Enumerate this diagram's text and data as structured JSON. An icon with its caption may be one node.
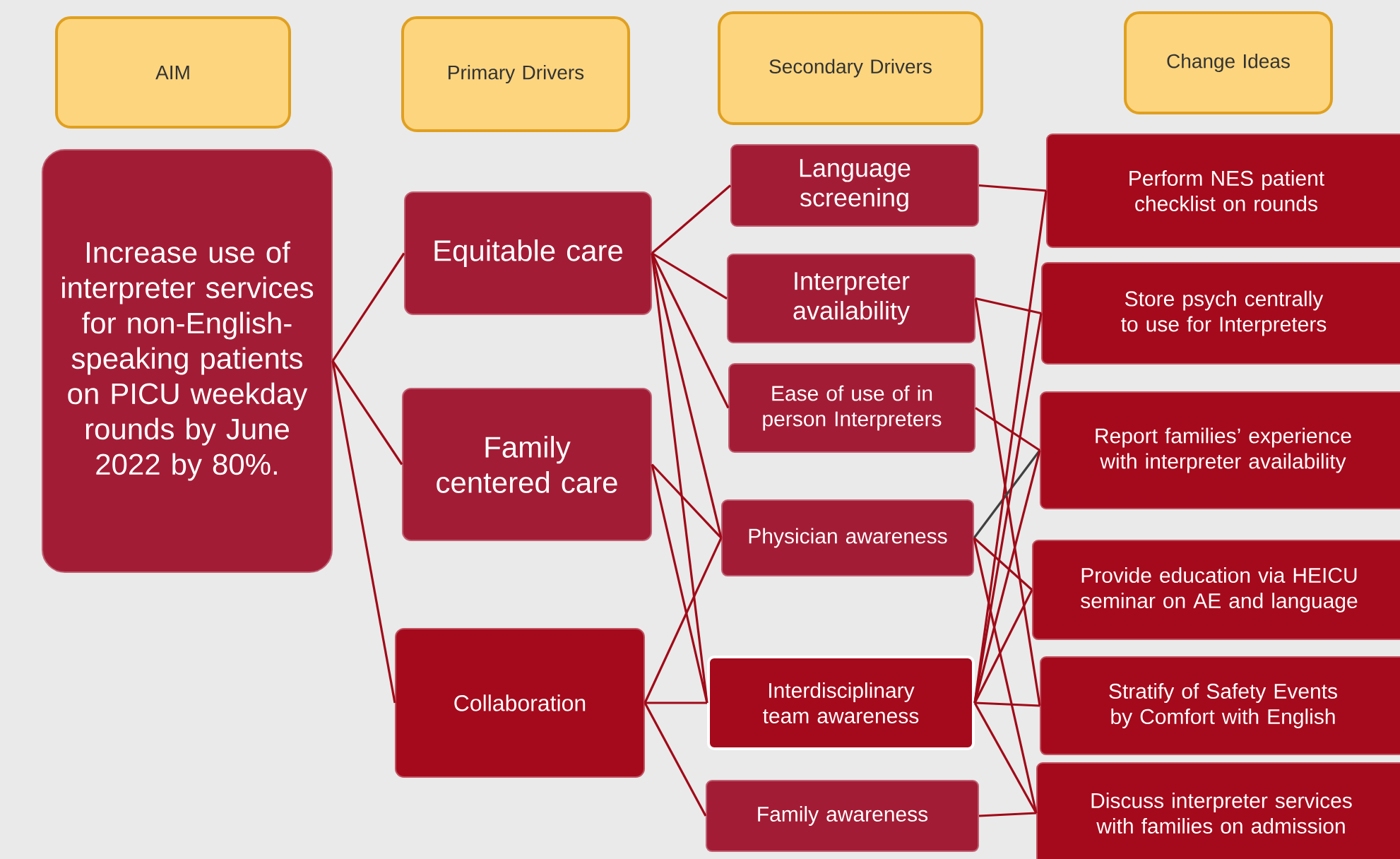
{
  "diagram": {
    "nodes": [
      {
        "text": [
          "AIM"
        ]
      },
      {
        "text": [
          "Primary Drivers"
        ]
      },
      {
        "text": [
          "Secondary Drivers"
        ]
      },
      {
        "text": [
          "Change Ideas"
        ]
      },
      {
        "text": [
          "Increase use of interpreter services for non-English- speaking patients on PICU weekday rounds by June 2022 by 80%."
        ]
      },
      {
        "text": [
          "Equitable care"
        ]
      },
      {
        "text": [
          "Family centered care"
        ]
      },
      {
        "text": [
          "Collaboration"
        ]
      },
      {
        "text": [
          "Language screening"
        ]
      },
      {
        "text": [
          "Interpreter availability"
        ]
      },
      {
        "text": [
          "Ease of use of in person Interpreters"
        ]
      },
      {
        "text": [
          "Physician awareness"
        ]
      },
      {
        "text": [
          "Interdisciplinary team awareness"
        ]
      },
      {
        "text": [
          "Family awareness"
        ]
      },
      {
        "text": [
          "Perform NES patient checklist on rounds"
        ]
      },
      {
        "text": [
          "Store psych centrally to use for Interpreters"
        ]
      },
      {
        "text": [
          "Report families’ experience with interpreter availability"
        ]
      },
      {
        "text": [
          "Provide education via HEICU seminar on AE and language"
        ]
      },
      {
        "text": [
          "Stratify of Safety Events by Comfort with English"
        ]
      },
      {
        "text": [
          "Discuss interpreter services with families on admission"
        ]
      }
    ],
    "edges": [
      {
        "from": 4,
        "to": 5,
        "arrow": "none"
      },
      {
        "from": 4,
        "to": 6,
        "arrow": "none"
      },
      {
        "from": 4,
        "to": 7,
        "arrow": "none"
      },
      {
        "from": 5,
        "to": 8,
        "arrow": "none"
      },
      {
        "from": 5,
        "to": 9,
        "arrow": "none"
      },
      {
        "from": 5,
        "to": 10,
        "arrow": "none"
      },
      {
        "from": 5,
        "to": 11,
        "arrow": "none"
      },
      {
        "from": 5,
        "to": 12,
        "arrow": "none"
      },
      {
        "from": 6,
        "to": 11,
        "arrow": "none"
      },
      {
        "from": 6,
        "to": 12,
        "arrow": "none"
      },
      {
        "from": 7,
        "to": 11,
        "arrow": "none"
      },
      {
        "from": 7,
        "to": 12,
        "arrow": "none"
      },
      {
        "from": 7,
        "to": 13,
        "arrow": "none"
      },
      {
        "from": 8,
        "to": 14,
        "arrow": "none"
      },
      {
        "from": 9,
        "to": 15,
        "arrow": "none"
      },
      {
        "from": 9,
        "to": 18,
        "arrow": "none"
      },
      {
        "from": 10,
        "to": 16,
        "arrow": "none"
      },
      {
        "from": 11,
        "to": 16,
        "arrow": "none",
        "color": "#404040"
      },
      {
        "from": 11,
        "to": 17,
        "arrow": "none"
      },
      {
        "from": 11,
        "to": 19,
        "arrow": "none"
      },
      {
        "from": 12,
        "to": 14,
        "arrow": "none"
      },
      {
        "from": 12,
        "to": 15,
        "arrow": "none"
      },
      {
        "from": 12,
        "to": 16,
        "arrow": "none"
      },
      {
        "from": 12,
        "to": 17,
        "arrow": "none"
      },
      {
        "from": 12,
        "to": 18,
        "arrow": "none"
      },
      {
        "from": 12,
        "to": 19,
        "arrow": "none"
      },
      {
        "from": 13,
        "to": 19,
        "arrow": "none"
      }
    ]
  }
}
